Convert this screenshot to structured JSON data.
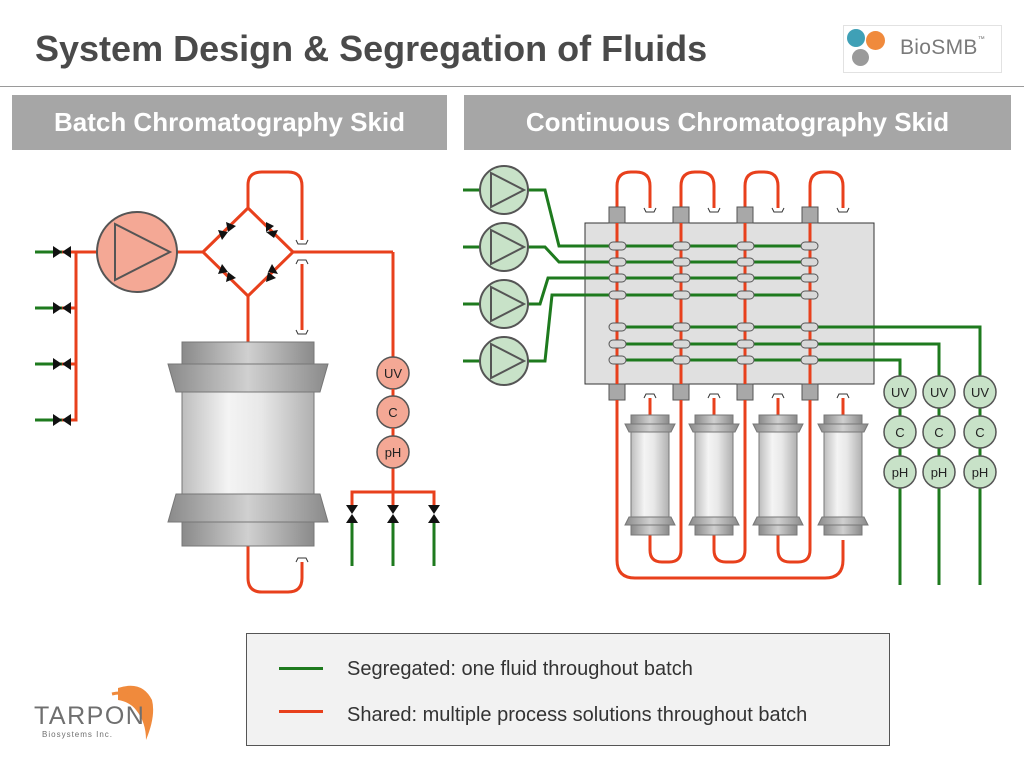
{
  "slide": {
    "title": "System Design & Segregation of Fluids"
  },
  "logos": {
    "top_right": {
      "name": "BioSMB",
      "text_prefix": "Bio",
      "text_main": "SMB",
      "tm": "™"
    },
    "bottom_left": {
      "name": "TARPON",
      "subtitle": "Biosystems Inc."
    }
  },
  "panels": {
    "batch": {
      "header": "Batch Chromatography Skid"
    },
    "continuous": {
      "header": "Continuous Chromatography Skid"
    }
  },
  "sensors": {
    "uv": "UV",
    "c": "C",
    "ph": "pH"
  },
  "legend": {
    "segregated": {
      "label": "Segregated: one fluid throughout batch",
      "color": "#1e7a1e"
    },
    "shared": {
      "label": "Shared: multiple process solutions throughout batch",
      "color": "#e8401c"
    }
  },
  "colors": {
    "segregated_line": "#1e7a1e",
    "shared_line": "#e8401c",
    "batch_pump_fill": "#f4a895",
    "continuous_pump_fill": "#c8e2c8",
    "continuous_sensor_fill": "#c8e2c8",
    "batch_sensor_fill": "#f4a895",
    "valve_block_fill": "#e0e0e0",
    "header_fill": "#a6a6a6"
  }
}
